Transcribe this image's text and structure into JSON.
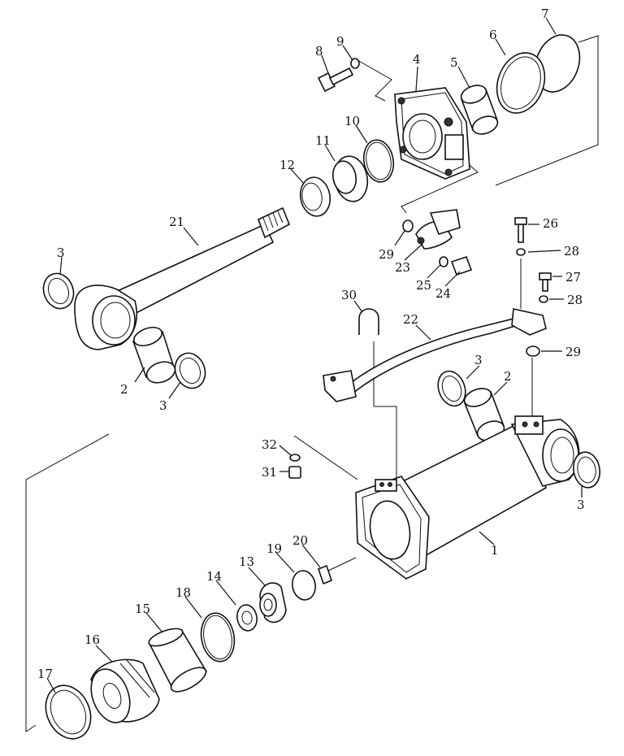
{
  "diagram": {
    "labels": {
      "p1": "1",
      "p2a": "2",
      "p2b": "2",
      "p3a": "3",
      "p3b": "3",
      "p3c": "3",
      "p3d": "3",
      "p4": "4",
      "p5": "5",
      "p6": "6",
      "p7": "7",
      "p8": "8",
      "p9": "9",
      "p10": "10",
      "p11": "11",
      "p12": "12",
      "p13": "13",
      "p14": "14",
      "p15": "15",
      "p16": "16",
      "p17": "17",
      "p18": "18",
      "p19": "19",
      "p20": "20",
      "p21": "21",
      "p22": "22",
      "p23": "23",
      "p24": "24",
      "p25": "25",
      "p26": "26",
      "p27": "27",
      "p28a": "28",
      "p28b": "28",
      "p29a": "29",
      "p29b": "29",
      "p30": "30",
      "p31": "31",
      "p32": "32"
    }
  }
}
